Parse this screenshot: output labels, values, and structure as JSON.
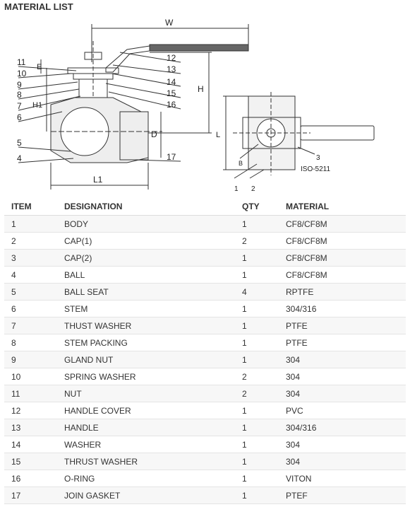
{
  "page": {
    "title": "MATERIAL LIST"
  },
  "drawing": {
    "dims": {
      "w": "W",
      "e": "E",
      "h1": "H1",
      "h": "H",
      "d": "D",
      "l1": "L1",
      "l": "L",
      "b": "B"
    },
    "callouts": [
      "11",
      "10",
      "9",
      "8",
      "7",
      "6",
      "5",
      "4",
      "12",
      "13",
      "14",
      "15",
      "16",
      "17",
      "3",
      "1",
      "2"
    ],
    "standard": "ISO-5211"
  },
  "table": {
    "headers": [
      "ITEM",
      "DESIGNATION",
      "QTY",
      "MATERIAL"
    ],
    "rows": [
      [
        "1",
        "BODY",
        "1",
        "CF8/CF8M"
      ],
      [
        "2",
        "CAP(1)",
        "2",
        "CF8/CF8M"
      ],
      [
        "3",
        "CAP(2)",
        "1",
        "CF8/CF8M"
      ],
      [
        "4",
        "BALL",
        "1",
        "CF8/CF8M"
      ],
      [
        "5",
        "BALL SEAT",
        "4",
        "RPTFE"
      ],
      [
        "6",
        "STEM",
        "1",
        "304/316"
      ],
      [
        "7",
        "THUST WASHER",
        "1",
        "PTFE"
      ],
      [
        "8",
        "STEM PACKING",
        "1",
        "PTFE"
      ],
      [
        "9",
        "GLAND NUT",
        "1",
        "304"
      ],
      [
        "10",
        "SPRING WASHER",
        "2",
        "304"
      ],
      [
        "11",
        "NUT",
        "2",
        "304"
      ],
      [
        "12",
        "HANDLE COVER",
        "1",
        "PVC"
      ],
      [
        "13",
        "HANDLE",
        "1",
        "304/316"
      ],
      [
        "14",
        "WASHER",
        "1",
        "304"
      ],
      [
        "15",
        "THRUST WASHER",
        "1",
        "304"
      ],
      [
        "16",
        "O-RING",
        "1",
        "VITON"
      ],
      [
        "17",
        "JOIN GASKET",
        "1",
        "PTEF"
      ]
    ]
  }
}
